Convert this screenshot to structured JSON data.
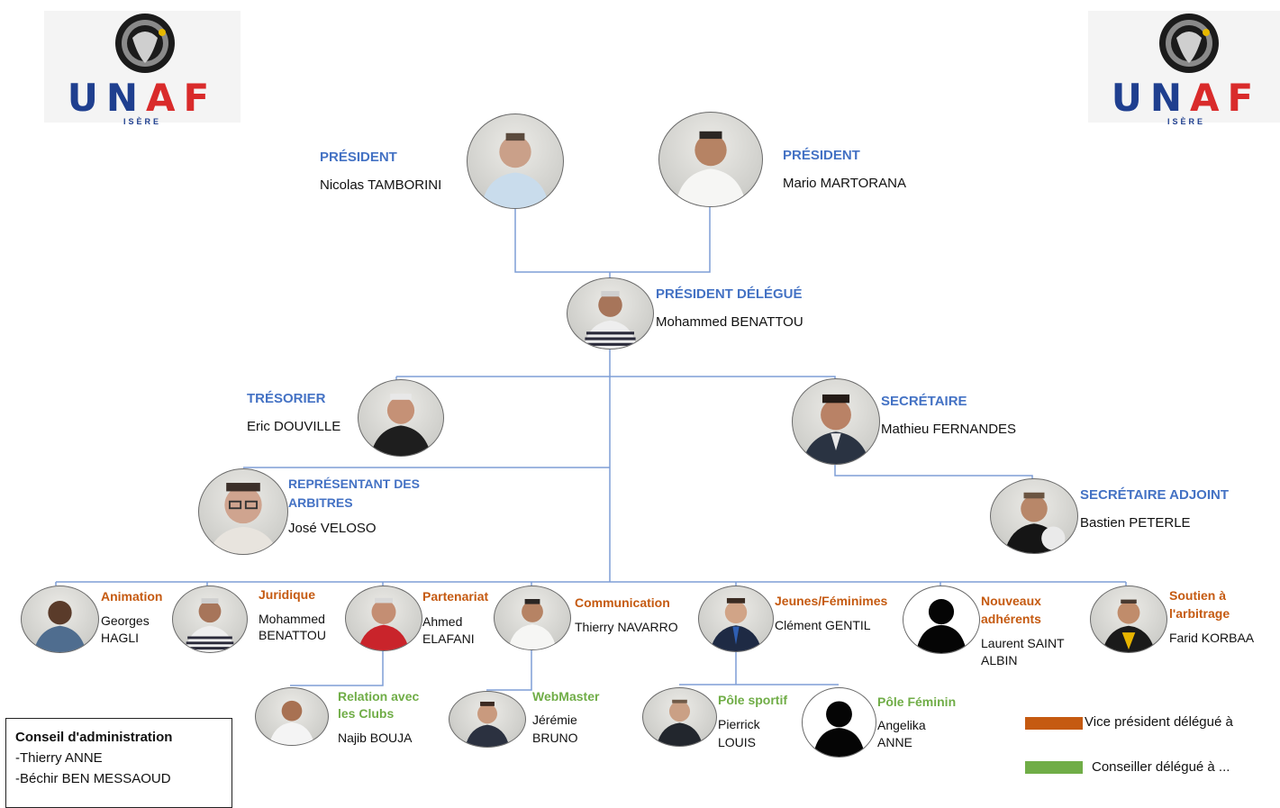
{
  "logos": [
    {
      "text": "UNAF",
      "sub": "ISÈRE"
    },
    {
      "text": "UNAF",
      "sub": "ISÈRE"
    }
  ],
  "members": {
    "president1": {
      "role": "PRÉSIDENT",
      "name": "Nicolas TAMBORINI"
    },
    "president2": {
      "role": "PRÉSIDENT",
      "name": "Mario MARTORANA"
    },
    "president_delegue": {
      "role": "PRÉSIDENT DÉLÉGUÉ",
      "name": "Mohammed BENATTOU"
    },
    "tresorier": {
      "role": "TRÉSORIER",
      "name": "Eric DOUVILLE"
    },
    "secretaire": {
      "role": "SECRÉTAIRE",
      "name": "Mathieu FERNANDES"
    },
    "representant": {
      "role_line1": "REPRÉSENTANT DES",
      "role_line2": "ARBITRES",
      "name": "José VELOSO"
    },
    "secretaire_adjoint": {
      "role": "SECRÉTAIRE ADJOINT",
      "name": "Bastien PETERLE"
    }
  },
  "vice_presidents": [
    {
      "key": "animation",
      "role1": "Animation",
      "role2": "",
      "name1": "Georges",
      "name2": "HAGLI"
    },
    {
      "key": "juridique",
      "role1": "Juridique",
      "role2": "",
      "name1": "Mohammed",
      "name2": "BENATTOU"
    },
    {
      "key": "partenariat",
      "role1": "Partenariat",
      "role2": "",
      "name1": "Ahmed",
      "name2": "ELAFANI"
    },
    {
      "key": "communication",
      "role1": "Communication",
      "role2": "",
      "name1": "Thierry NAVARRO",
      "name2": ""
    },
    {
      "key": "jeunes",
      "role1": "Jeunes/Féminimes",
      "role2": "",
      "name1": "Clément GENTIL",
      "name2": ""
    },
    {
      "key": "nouveaux",
      "role1": "Nouveaux",
      "role2": "adhérents",
      "name1": "Laurent SAINT",
      "name2": "ALBIN"
    },
    {
      "key": "soutien",
      "role1": "Soutien à",
      "role2": "l'arbitrage",
      "name1": "Farid KORBAA",
      "name2": ""
    }
  ],
  "counsellors": [
    {
      "key": "relation",
      "role1": "Relation avec",
      "role2": "les Clubs",
      "name1": "Najib BOUJA",
      "name2": ""
    },
    {
      "key": "webmaster",
      "role1": "WebMaster",
      "role2": "",
      "name1": "Jérémie",
      "name2": "BRUNO"
    },
    {
      "key": "pole_sportif",
      "role1": "Pôle sportif",
      "role2": "",
      "name1": "Pierrick",
      "name2": "LOUIS"
    },
    {
      "key": "pole_feminin",
      "role1": "Pôle Féminin",
      "role2": "",
      "name1": "Angelika",
      "name2": "ANNE"
    }
  ],
  "council": {
    "title": "Conseil d'administration",
    "items": [
      "-Thierry ANNE",
      "-Béchir BEN MESSAOUD"
    ]
  },
  "legend": [
    {
      "label": "Vice président délégué à",
      "color": "#c55a11"
    },
    {
      "label": "Conseiller délégué à ...",
      "color": "#70ad47"
    }
  ],
  "colors": {
    "connector": "#7f9ed6",
    "board_role": "#4472c4",
    "vice_role": "#c55a11",
    "counsellor_role": "#70ad47"
  }
}
